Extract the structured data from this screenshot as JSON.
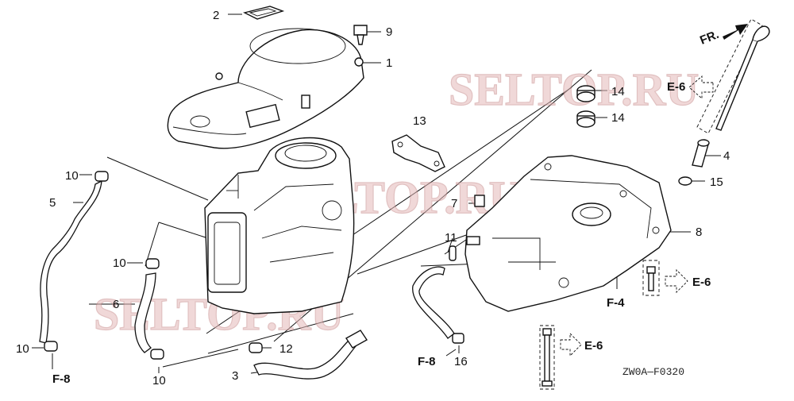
{
  "watermarks": [
    "SELTOP.RU",
    "SELTOP.RU",
    "SELTOP.RU"
  ],
  "callouts": {
    "c1": "1",
    "c2": "2",
    "c3": "3",
    "c4": "4",
    "c5": "5",
    "c6": "6",
    "c7": "7",
    "c8": "8",
    "c9": "9",
    "c10a": "10",
    "c10b": "10",
    "c10c": "10",
    "c10d": "10",
    "c11": "11",
    "c12": "12",
    "c13": "13",
    "c14a": "14",
    "c14b": "14",
    "c15": "15",
    "c16": "16"
  },
  "refs": {
    "e6_top": "E-6",
    "e6_mid": "E-6",
    "e6_bottom": "E-6",
    "f4": "F-4",
    "f8_left": "F-8",
    "f8_mid": "F-8",
    "front": "FR."
  },
  "diagram_code": "ZW0A—F0320"
}
